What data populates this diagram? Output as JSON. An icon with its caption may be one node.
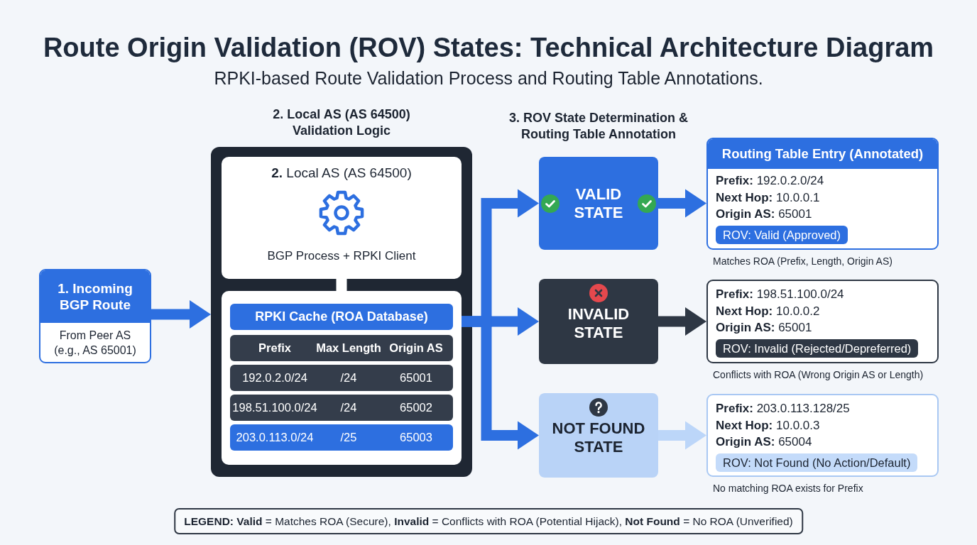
{
  "diagram": {
    "title": "Route Origin Validation (ROV) States: Technical Architecture Diagram",
    "nodes": [
      {
        "text": [
          "1. Incoming BGP Route",
          "From Peer AS (e.g., AS 65001)"
        ]
      },
      {
        "text": [
          "2. Local AS (AS 64500) Validation Logic"
        ]
      },
      {
        "text": [
          "**2.** Local AS (AS 64500)",
          "BGP Process + RPKI Client"
        ],
        "in": 1
      },
      {
        "text": [
          "RPKI Cache (ROA Database)"
        ],
        "in": 1
      },
      {
        "text": [
          "VALID STATE"
        ]
      },
      {
        "text": [
          "INVALID STATE"
        ]
      },
      {
        "text": [
          "NOT FOUND STATE"
        ]
      },
      {
        "text": [
          "Routing Table Entry (Annotated)",
          "**Prefix:** 192.0.2.0/24",
          "**Next Hop:** 10.0.0.1",
          "**Origin AS:** 65001",
          "ROV: Valid (Approved)"
        ],
        "beside": [
          "Matches ROA (Prefix, Length, Origin AS)"
        ]
      },
      {
        "text": [
          "**Prefix:** 198.51.100.0/24",
          "**Next Hop:** 10.0.0.2",
          "**Origin AS:** 65001",
          "ROV: Invalid (Rejected/Depreferred)"
        ],
        "beside": [
          "Conflicts with ROA (Wrong Origin AS or Length)"
        ]
      },
      {
        "text": [
          "**Prefix:** 203.0.113.128/25",
          "**Next Hop:** 10.0.0.3",
          "**Origin AS:** 65004",
          "ROV: Not Found (No Action/Default)"
        ],
        "beside": [
          "No matching ROA exists for Prefix"
        ]
      },
      {
        "text": [
          "**LEGEND: Valid** = Matches ROA (Secure), **Invalid** = Conflicts with ROA (Potential Hijack), **Not Found** = No ROA (Unverified)"
        ]
      }
    ],
    "edges": [
      {
        "from": 0,
        "to": 1,
        "arrow": "to"
      },
      {
        "from": 2,
        "to": 3,
        "arrow": "none",
        "color": "#ffffff"
      },
      {
        "from": 3,
        "to": 4,
        "arrow": "to"
      },
      {
        "from": 3,
        "to": 5,
        "arrow": "to"
      },
      {
        "from": 3,
        "to": 6,
        "arrow": "to"
      },
      {
        "from": 4,
        "to": 7,
        "arrow": "to"
      },
      {
        "from": 5,
        "to": 8,
        "arrow": "to",
        "color": "#2e3744"
      },
      {
        "from": 6,
        "to": 9,
        "arrow": "to",
        "color": "#bcd6f9"
      }
    ],
    "labels": [
      "RPKI-based Route Validation Process and Routing Table Annotations.",
      "3. ROV State Determination & Routing Table Annotation",
      "Prefix",
      "Max Length",
      "Origin AS",
      "192.0.2.0/24",
      "/24",
      "65001",
      "198.51.100.0/24",
      "/24",
      "65002",
      "203.0.113.0/24",
      "/25",
      "65003"
    ]
  }
}
